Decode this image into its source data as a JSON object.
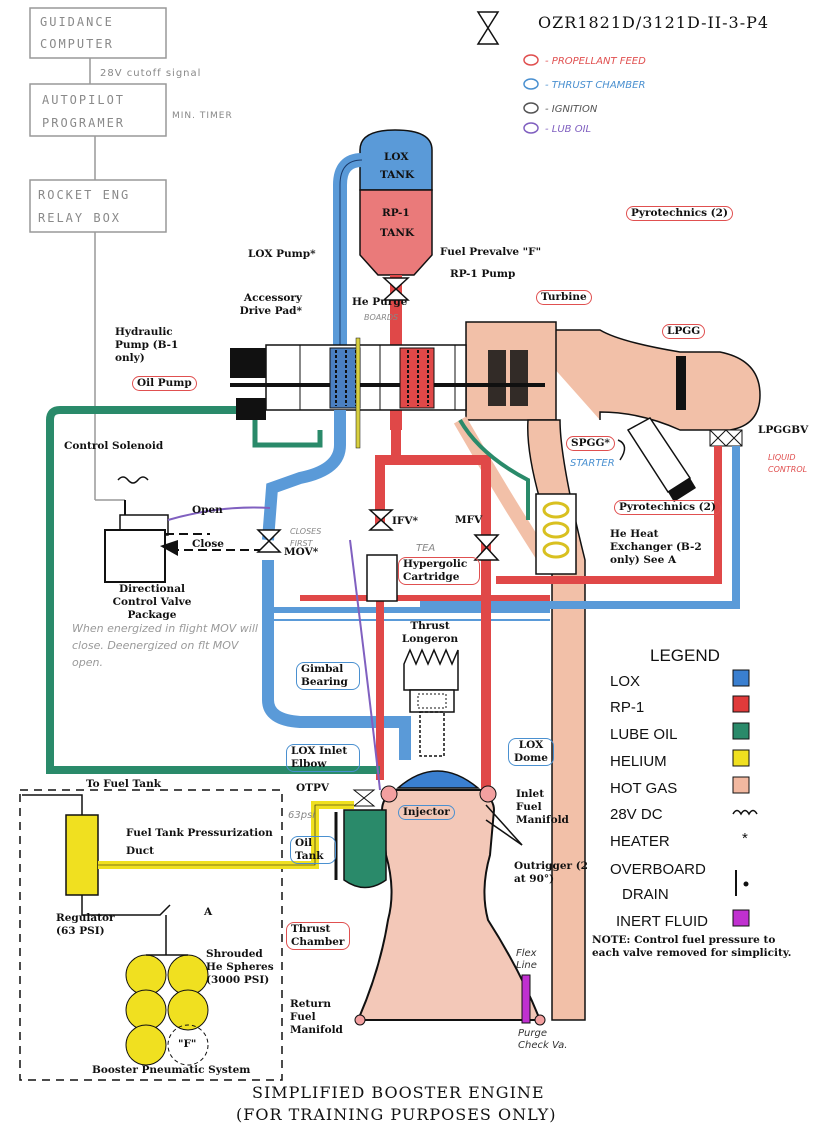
{
  "doc_id": "OZR1821D/3121D-II-3-P4",
  "color_key": [
    {
      "label": "- PROPELLANT FEED",
      "color": "#e05050"
    },
    {
      "label": "- THRUST CHAMBER",
      "color": "#4a90d0"
    },
    {
      "label": "- IGNITION",
      "color": "#555555"
    },
    {
      "label": "- LUB OIL",
      "color": "#8060c0"
    }
  ],
  "control_chain": {
    "box1": "GUIDANCE COMPUTER",
    "signal": "28V cutoff signal",
    "box2": "AUTOPILOT PROGRAMMER",
    "timer": "MIN. TIMER",
    "box3": "ROCKET ENG RELAY BOX"
  },
  "labels": {
    "lox_tank": "LOX TANK",
    "rp1_tank": "RP-1 TANK",
    "lox_pump": "LOX Pump*",
    "fuel_prevalve": "Fuel Prevalve \"F\"",
    "rp1_pump": "RP-1 Pump",
    "accessory_drive": "Accessory Drive Pad*",
    "he_purge": "He Purge",
    "hydraulic_pump": "Hydraulic Pump (B-1 only)",
    "oil_pump": "Oil Pump",
    "turbine": "Turbine",
    "pyrotechnics_top": "Pyrotechnics (2)",
    "lpgg": "LPGG",
    "lpggbv": "LPGGBV",
    "spgg": "SPGG*",
    "starter": "STARTER",
    "pyrotechnics_mid": "Pyrotechnics (2)",
    "he_heat_exchanger": "He Heat Exchanger (B-2 only) See A",
    "control_solenoid": "Control Solenoid",
    "open": "Open",
    "close": "Close",
    "closes_first": "CLOSES FIRST",
    "mov": "MOV*",
    "ifv": "IFV*",
    "mfv": "MFV",
    "tea": "TEA",
    "hypergolic": "Hypergolic Cartridge",
    "dcv_package": "Directional Control Valve Package",
    "thrust_longeron": "Thrust Longeron",
    "gimbal_bearing": "Gimbal Bearing",
    "lox_inlet_elbow": "LOX Inlet Elbow",
    "lox_dome": "LOX Dome",
    "inlet_fuel_manifold": "Inlet Fuel Manifold",
    "otpv": "OTPV",
    "psi63": "63psi",
    "injector": "Injector",
    "oil_tank": "Oil Tank",
    "outrigger": "Outrigger (2 at 90°)",
    "thrust_chamber": "Thrust Chamber",
    "flex_line": "Flex Line",
    "return_fuel_manifold": "Return Fuel Manifold",
    "purge_check": "Purge Check Va.",
    "to_fuel_tank": "To Fuel Tank",
    "fuel_tank_duct": "Fuel Tank Pressurization Duct",
    "regulator": "Regulator (63 PSI)",
    "a_marker": "A",
    "he_spheres": "Shrouded He Spheres (3000 PSI)",
    "f_marker": "\"F\"",
    "pneumatic_system": "Booster Pneumatic System",
    "boards": "BOARDS",
    "liquid_note": "LIQUID CONTROL",
    "handnote": "When energized in flight MOV will close. Deenergized on flt MOV open."
  },
  "legend": {
    "title": "LEGEND",
    "items": [
      {
        "label": "LOX",
        "color": "#3a7fd0",
        "kind": "swatch"
      },
      {
        "label": "RP-1",
        "color": "#e03a3a",
        "kind": "swatch"
      },
      {
        "label": "LUBE OIL",
        "color": "#2a8a6a",
        "kind": "swatch"
      },
      {
        "label": "HELIUM",
        "color": "#f0e020",
        "kind": "swatch"
      },
      {
        "label": "HOT GAS",
        "color": "#f2b8a0",
        "kind": "swatch"
      },
      {
        "label": "28V DC",
        "symbol": "ꝏ",
        "kind": "symbol"
      },
      {
        "label": "HEATER",
        "symbol": "*",
        "kind": "symbol"
      },
      {
        "label": "OVERBOARD DRAIN",
        "symbol": "│•",
        "kind": "symbol"
      },
      {
        "label": "INERT FLUID",
        "color": "#c030d0",
        "kind": "swatch"
      }
    ],
    "note": "NOTE: Control fuel pressure to each valve removed for simplicity."
  },
  "title": {
    "line1": "SIMPLIFIED BOOSTER ENGINE",
    "line2": "(FOR TRAINING PURPOSES ONLY)"
  },
  "colors": {
    "lox": "#5a9ad8",
    "rp1": "#e04848",
    "oil": "#2a8a6a",
    "helium": "#f0e020",
    "hotgas": "#f2c0a8",
    "ink": "#111111"
  }
}
